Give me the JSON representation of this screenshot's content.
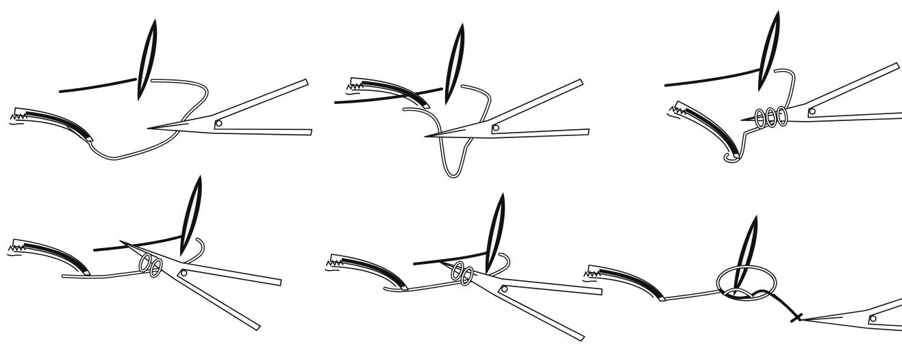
{
  "figure": {
    "panel_count": 6,
    "panels": [
      {
        "step": 1,
        "content": [
          "wound-incision",
          "forceps",
          "needle-holder",
          "suture-thread"
        ]
      },
      {
        "step": 2,
        "content": [
          "wound-incision",
          "forceps",
          "needle-holder",
          "suture-thread"
        ]
      },
      {
        "step": 3,
        "content": [
          "wound-incision",
          "forceps",
          "needle-holder",
          "suture-thread",
          "thread-wrap"
        ]
      },
      {
        "step": 4,
        "content": [
          "wound-incision",
          "forceps",
          "needle-holder",
          "suture-thread",
          "thread-wrap"
        ]
      },
      {
        "step": 5,
        "content": [
          "wound-incision",
          "forceps",
          "needle-holder",
          "suture-thread",
          "thread-wrap"
        ]
      },
      {
        "step": 6,
        "content": [
          "wound-incision",
          "forceps",
          "needle-holder",
          "suture-thread",
          "knot"
        ]
      }
    ],
    "colors": {
      "ink": "#111111",
      "paper": "#ffffff"
    }
  }
}
